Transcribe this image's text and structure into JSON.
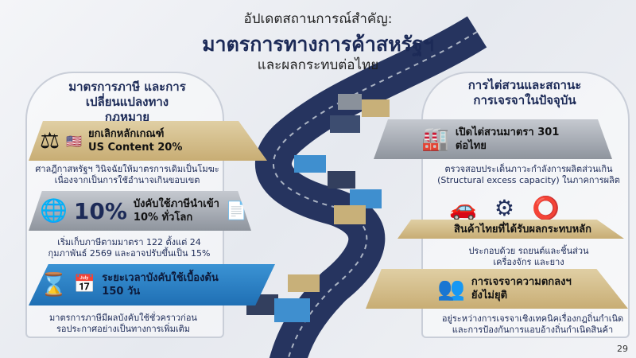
{
  "title": {
    "line1": "อัปเดตสถานการณ์สำคัญ:",
    "line2": "มาตรการทางการค้าสหรัฐฯ",
    "line3": "และผลกระทบต่อไทย"
  },
  "left": {
    "header": "มาตรการภาษี และการเปลี่ยนแปลงทางกฎหมาย",
    "items": [
      {
        "title1": "ยกเลิกหลักเกณฑ์",
        "title2": "US Content 20%",
        "desc": "ศาลฎีกาสหรัฐฯ วินิจฉัยให้มาตรการเดิมเป็นโมฆะ เนื่องจากเป็นการใช้อำนาจเกินขอบเขต"
      },
      {
        "big": "10%",
        "title1": "บังคับใช้ภาษีนำเข้า",
        "title2": "10% ทั่วโลก",
        "desc": "เริ่มเก็บภาษีตามมาตรา 122 ตั้งแต่ 24 กุมภาพันธ์ 2569 และอาจปรับขึ้นเป็น 15%"
      },
      {
        "title1": "ระยะเวลาบังคับใช้เบื้องต้น",
        "title2": "150 วัน",
        "desc": "มาตรการภาษีมีผลบังคับใช้ชั่วคราวก่อน รอประกาศอย่างเป็นทางการเพิ่มเติม"
      }
    ]
  },
  "right": {
    "header": "การไต่สวนและสถานะ การเจรจาในปัจจุบัน",
    "items": [
      {
        "title1": "เปิดไต่สวนมาตรา 301",
        "title2": "ต่อไทย",
        "desc": "ตรวจสอบประเด็นภาวะกำลังการผลิตส่วนเกิน (Structural excess capacity) ในภาคการผลิต"
      },
      {
        "title1": "สินค้าไทยที่ได้รับผลกระทบหลัก",
        "desc": "ประกอบด้วย รถยนต์และชิ้นส่วน เครื่องจักร และยาง"
      },
      {
        "title1": "การเจรจาความตกลงฯ",
        "title2": "ยังไม่ยุติ",
        "desc": "อยู่ระหว่างการเจรจาเชิงเทคนิคเรื่องกฎถิ่นกำเนิด และการป้องกันการแอบอ้างถิ่นกำเนิดสินค้า"
      }
    ]
  },
  "page_number": "29",
  "colors": {
    "navy": "#1c2a57",
    "gold": "#c8ad74",
    "blue": "#2a7fc4",
    "grey": "#9aa0a8"
  }
}
